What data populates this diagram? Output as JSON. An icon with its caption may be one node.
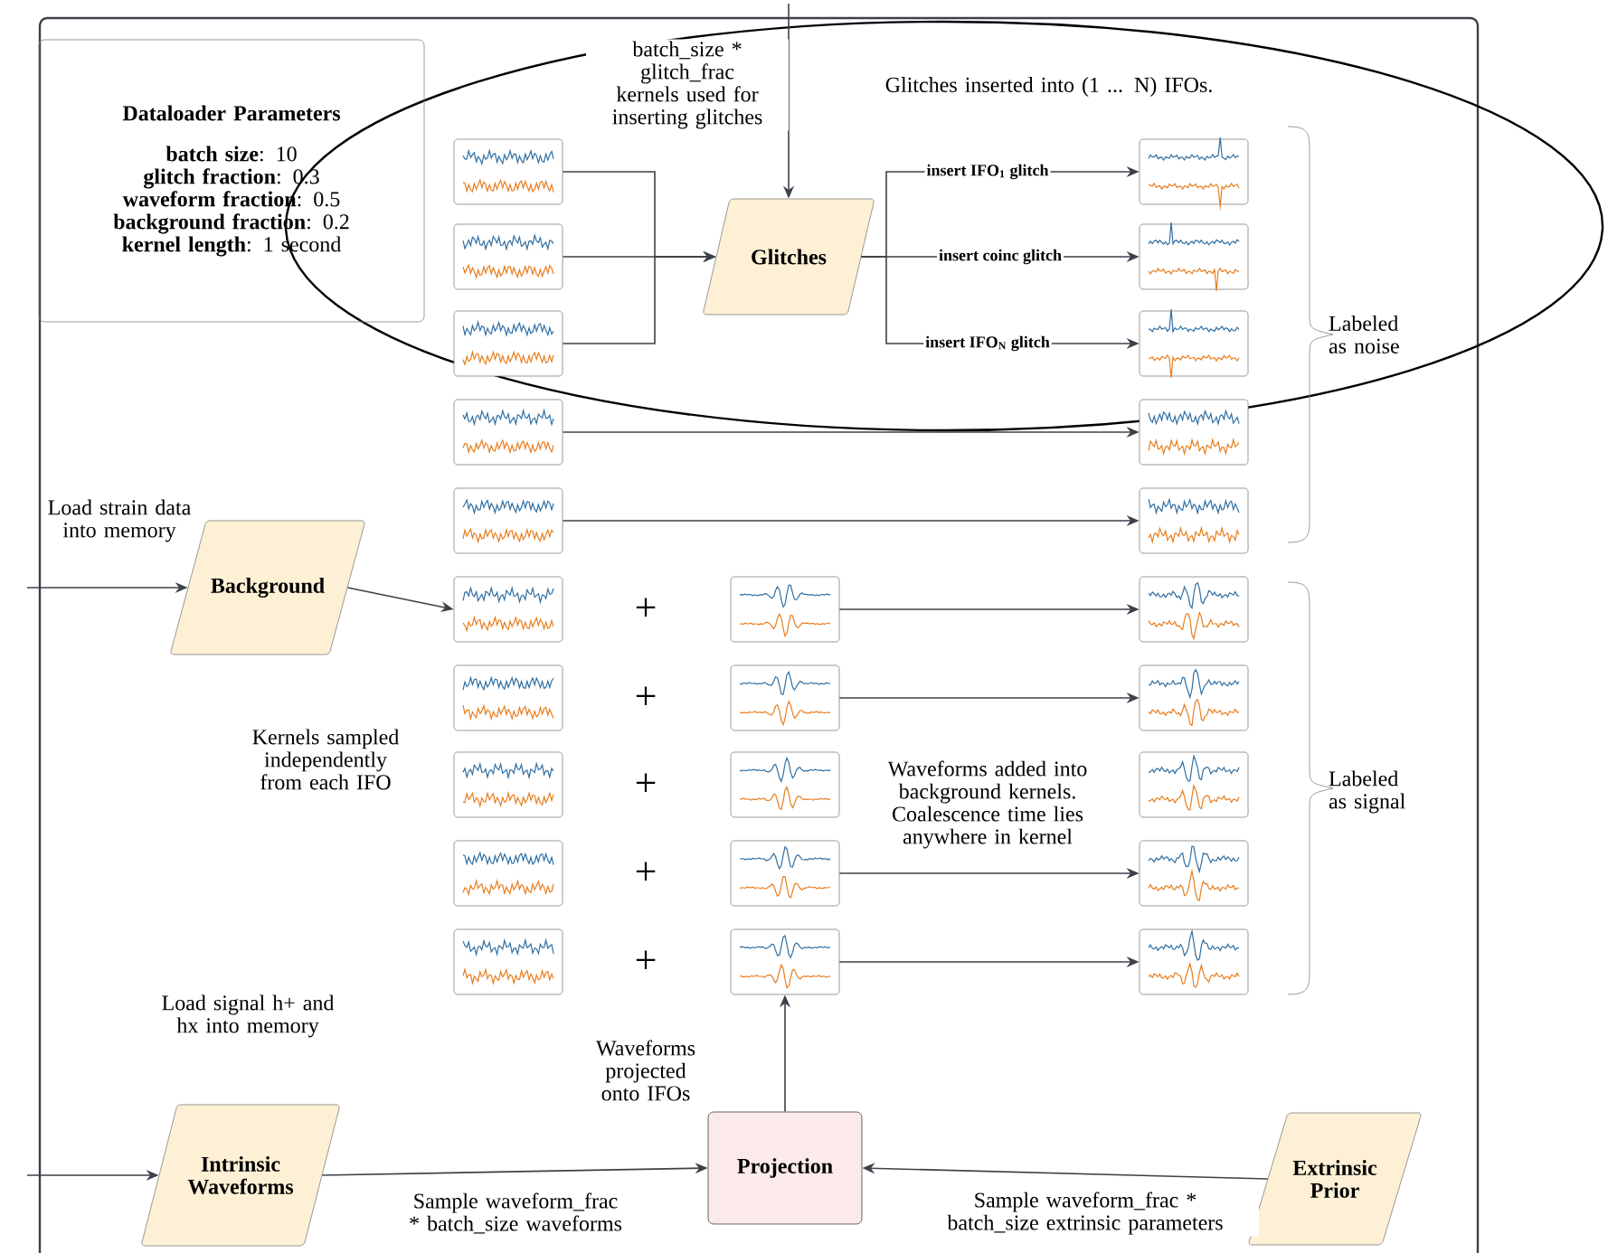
{
  "diagram": {
    "nodes": [
      {
        "text": [
          "Dataloader Parameters",
          "**batch size**: 10",
          "**glitch fraction**: 0.3",
          "**waveform fraction**: 0.5",
          "**background fraction**: 0.2",
          "**kernel length**: 1 second"
        ]
      },
      {
        "text": [
          "Glitches"
        ]
      },
      {
        "text": [
          "Background"
        ]
      },
      {
        "text": [
          "Intrinsic Waveforms"
        ]
      },
      {
        "text": [
          "Projection"
        ]
      },
      {
        "text": [
          "Extrinsic Prior"
        ]
      },
      {
        "text": [],
        "shape": "picture"
      },
      {
        "text": [],
        "shape": "picture"
      },
      {
        "text": [],
        "shape": "picture"
      },
      {
        "text": [],
        "shape": "picture"
      },
      {
        "text": [],
        "shape": "picture"
      },
      {
        "text": [],
        "shape": "picture"
      },
      {
        "text": [],
        "shape": "picture"
      },
      {
        "text": [],
        "shape": "picture"
      },
      {
        "text": [],
        "shape": "picture"
      },
      {
        "text": [],
        "shape": "picture"
      },
      {
        "text": [],
        "shape": "picture"
      },
      {
        "text": [],
        "shape": "picture"
      },
      {
        "text": [],
        "shape": "picture"
      },
      {
        "text": [],
        "shape": "picture"
      },
      {
        "text": [],
        "shape": "picture"
      },
      {
        "text": [],
        "shape": "picture"
      },
      {
        "text": [],
        "shape": "picture"
      },
      {
        "text": [],
        "shape": "picture"
      },
      {
        "text": [],
        "shape": "picture"
      },
      {
        "text": [],
        "shape": "picture"
      },
      {
        "text": [],
        "shape": "picture"
      },
      {
        "text": [],
        "shape": "picture"
      },
      {
        "text": [],
        "shape": "picture"
      },
      {
        "text": [],
        "shape": "picture"
      },
      {
        "text": [],
        "shape": "picture"
      }
    ],
    "edges": [
      {
        "from": null,
        "to": 1,
        "arrow": "to",
        "label": "batch_size * glitch_frac kernels used for inserting glitches"
      },
      {
        "from": 6,
        "to": 1,
        "arrow": "to"
      },
      {
        "from": 7,
        "to": 1,
        "arrow": "to"
      },
      {
        "from": 8,
        "to": 1,
        "arrow": "to"
      },
      {
        "from": 1,
        "to": 21,
        "arrow": "to",
        "label": "insert IFO$_{1}$ glitch"
      },
      {
        "from": 1,
        "to": 22,
        "arrow": "to",
        "label": "insert coinc glitch"
      },
      {
        "from": 1,
        "to": 23,
        "arrow": "to",
        "label": "insert IFO$_{N}$ glitch"
      },
      {
        "from": 9,
        "to": 24,
        "arrow": "to"
      },
      {
        "from": 10,
        "to": 25,
        "arrow": "to"
      },
      {
        "from": null,
        "to": 2,
        "arrow": "to"
      },
      {
        "from": 2,
        "to": 11,
        "arrow": "to"
      },
      {
        "from": 16,
        "to": 26,
        "arrow": "to"
      },
      {
        "from": 17,
        "to": 27,
        "arrow": "to"
      },
      {
        "from": 19,
        "to": 29,
        "arrow": "to"
      },
      {
        "from": 20,
        "to": 30,
        "arrow": "to"
      },
      {
        "from": 4,
        "to": 20,
        "arrow": "to",
        "label": "Waveforms projected onto IFOs"
      },
      {
        "from": null,
        "to": 3,
        "arrow": "to"
      },
      {
        "from": 3,
        "to": 4,
        "arrow": "to",
        "label": "Sample waveform_frac * batch_size waveforms"
      },
      {
        "from": 5,
        "to": 4,
        "arrow": "to",
        "label": "Sample waveform_frac * batch_size extrinsic parameters"
      }
    ],
    "labels": [
      "Glitches inserted into (1 ... N) IFOs.",
      "Labeled as noise",
      "Load strain data into memory",
      "+",
      "+",
      "+",
      "+",
      "+",
      "Kernels sampled independently from each IFO",
      "Waveforms added into background kernels. Coalescence time lies anywhere in kernel",
      "Labeled as signal",
      "Load signal h+ and hx into memory"
    ]
  }
}
